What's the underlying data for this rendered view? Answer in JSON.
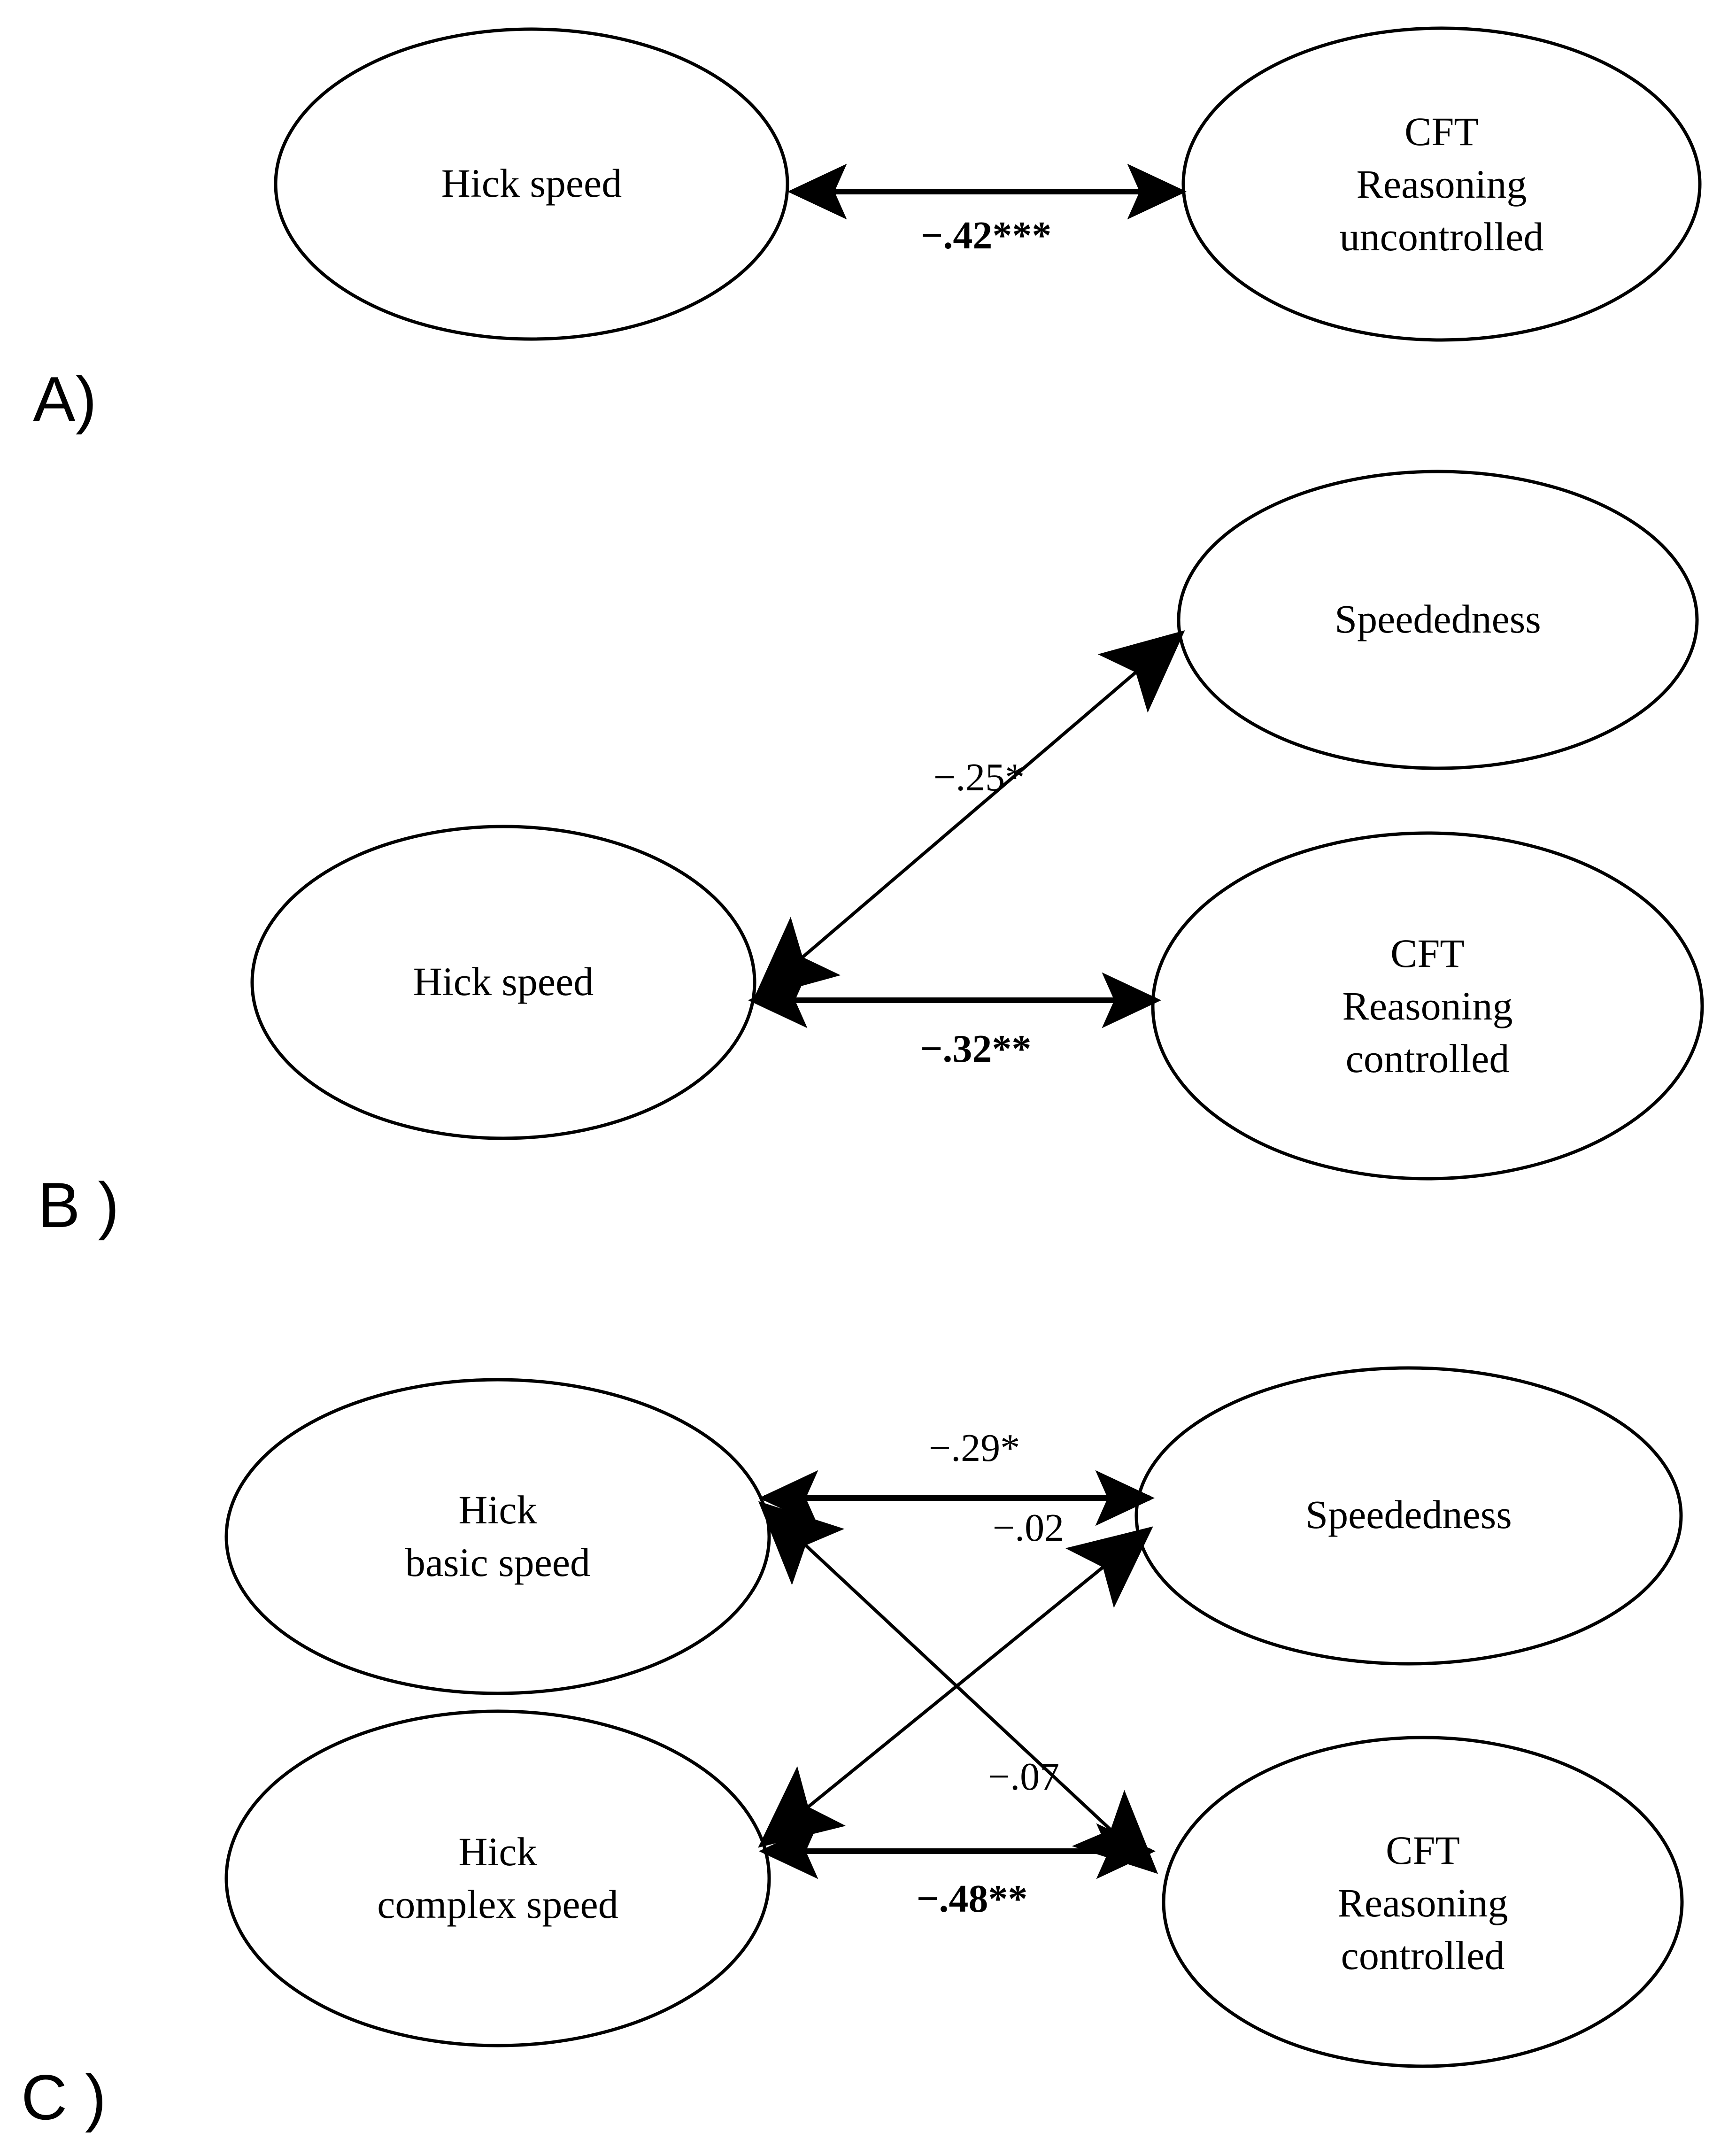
{
  "figure": {
    "title": "Structural equation models relating Hick speed to reasoning",
    "background_color": "#ffffff",
    "stroke_color": "#000000",
    "arrow_color": "#000000"
  },
  "panels": [
    {
      "id": "A",
      "label": "A)",
      "nodes": [
        {
          "id": "a-hick-speed",
          "label": "Hick speed"
        },
        {
          "id": "a-cft-uncontrolled",
          "label": "CFT\nReasoning\nuncontrolled"
        }
      ],
      "edges": [
        {
          "id": "a-edge-1",
          "from": "a-hick-speed",
          "to": "a-cft-uncontrolled",
          "label": "−.42***",
          "value": -0.42,
          "significance": "***",
          "bold": true,
          "arrow": "double"
        }
      ]
    },
    {
      "id": "B",
      "label": "B )",
      "nodes": [
        {
          "id": "b-hick-speed",
          "label": "Hick speed"
        },
        {
          "id": "b-speededness",
          "label": "Speededness"
        },
        {
          "id": "b-cft-controlled",
          "label": "CFT\nReasoning\ncontrolled"
        }
      ],
      "edges": [
        {
          "id": "b-edge-1",
          "from": "b-hick-speed",
          "to": "b-speededness",
          "label": "−.25*",
          "value": -0.25,
          "significance": "*",
          "bold": false,
          "arrow": "double"
        },
        {
          "id": "b-edge-2",
          "from": "b-hick-speed",
          "to": "b-cft-controlled",
          "label": "−.32**",
          "value": -0.32,
          "significance": "**",
          "bold": true,
          "arrow": "double"
        }
      ]
    },
    {
      "id": "C",
      "label": "C )",
      "nodes": [
        {
          "id": "c-hick-basic",
          "label": "Hick\nbasic speed"
        },
        {
          "id": "c-speededness",
          "label": "Speededness"
        },
        {
          "id": "c-hick-complex",
          "label": "Hick\ncomplex speed"
        },
        {
          "id": "c-cft-controlled",
          "label": "CFT\nReasoning\ncontrolled"
        }
      ],
      "edges": [
        {
          "id": "c-edge-1",
          "from": "c-hick-basic",
          "to": "c-speededness",
          "label": "−.29*",
          "value": -0.29,
          "significance": "*",
          "bold": false,
          "arrow": "double"
        },
        {
          "id": "c-edge-2",
          "from": "c-hick-complex",
          "to": "c-speededness",
          "label": "−.02",
          "value": -0.02,
          "significance": "",
          "bold": false,
          "arrow": "double"
        },
        {
          "id": "c-edge-3",
          "from": "c-hick-basic",
          "to": "c-cft-controlled",
          "label": "−.07",
          "value": -0.07,
          "significance": "",
          "bold": false,
          "arrow": "double"
        },
        {
          "id": "c-edge-4",
          "from": "c-hick-complex",
          "to": "c-cft-controlled",
          "label": "−.48**",
          "value": -0.48,
          "significance": "**",
          "bold": true,
          "arrow": "double"
        }
      ]
    }
  ]
}
